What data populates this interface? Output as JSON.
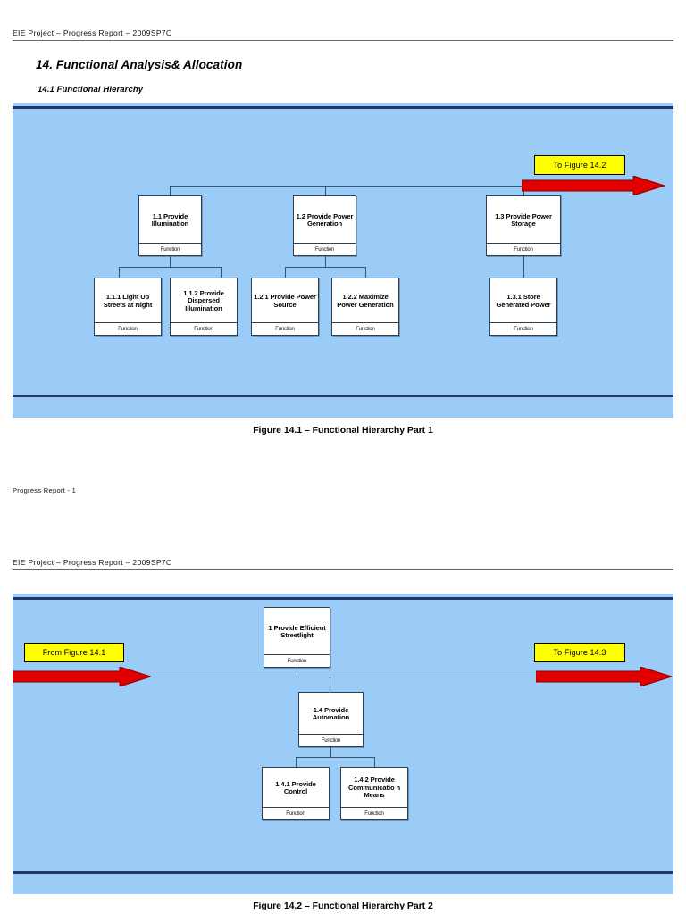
{
  "document": {
    "header_text": "EIE Project – Progress Report – 2009SP7O",
    "section_heading": "14. Functional Analysis& Allocation",
    "subsection_heading": "14.1 Functional Hierarchy",
    "footer_text": "Progress Report - 1",
    "colors": {
      "canvas_blue": "#9BCCF7",
      "rule_navy": "#1F3864",
      "callout_yellow": "#FFFF00",
      "arrow_red": "#E00000",
      "box_border": "#2b3f55"
    }
  },
  "figure_1": {
    "caption": "Figure 14.1 – Functional Hierarchy Part 1",
    "callout": {
      "label": "To Figure 14.2"
    },
    "stereotype": "Function",
    "boxes": [
      {
        "id": "1.1",
        "title": "1.1 Provide Illumination",
        "stereotype": "Function"
      },
      {
        "id": "1.2",
        "title": "1.2 Provide Power Generation",
        "stereotype": "Function"
      },
      {
        "id": "1.3",
        "title": "1.3 Provide Power Storage",
        "stereotype": "Function"
      },
      {
        "id": "1.1.1",
        "title": "1.1.1 Light Up Streets at Night",
        "stereotype": "Function"
      },
      {
        "id": "1.1.2",
        "title": "1.1.2 Provide Dispersed Illumination",
        "stereotype": "Function"
      },
      {
        "id": "1.2.1",
        "title": "1.2.1 Provide Power Source",
        "stereotype": "Function"
      },
      {
        "id": "1.2.2",
        "title": "1.2.2 Maximize Power Generation",
        "stereotype": "Function"
      },
      {
        "id": "1.3.1",
        "title": "1.3.1 Store Generated Power",
        "stereotype": "Function"
      }
    ]
  },
  "figure_2": {
    "caption": "Figure 14.2 – Functional Hierarchy Part 2",
    "callout_left": {
      "label": "From Figure 14.1"
    },
    "callout_right": {
      "label": "To Figure 14.3"
    },
    "stereotype": "Function",
    "boxes": [
      {
        "id": "1",
        "title": "1 Provide Efficient Streetlight",
        "stereotype": "Function"
      },
      {
        "id": "1.4",
        "title": "1.4 Provide Automation",
        "stereotype": "Function"
      },
      {
        "id": "1.4.1",
        "title": "1.4.1 Provide Control",
        "stereotype": "Function"
      },
      {
        "id": "1.4.2",
        "title": "1.4.2 Provide Communicatio n Means",
        "stereotype": "Function"
      }
    ]
  }
}
